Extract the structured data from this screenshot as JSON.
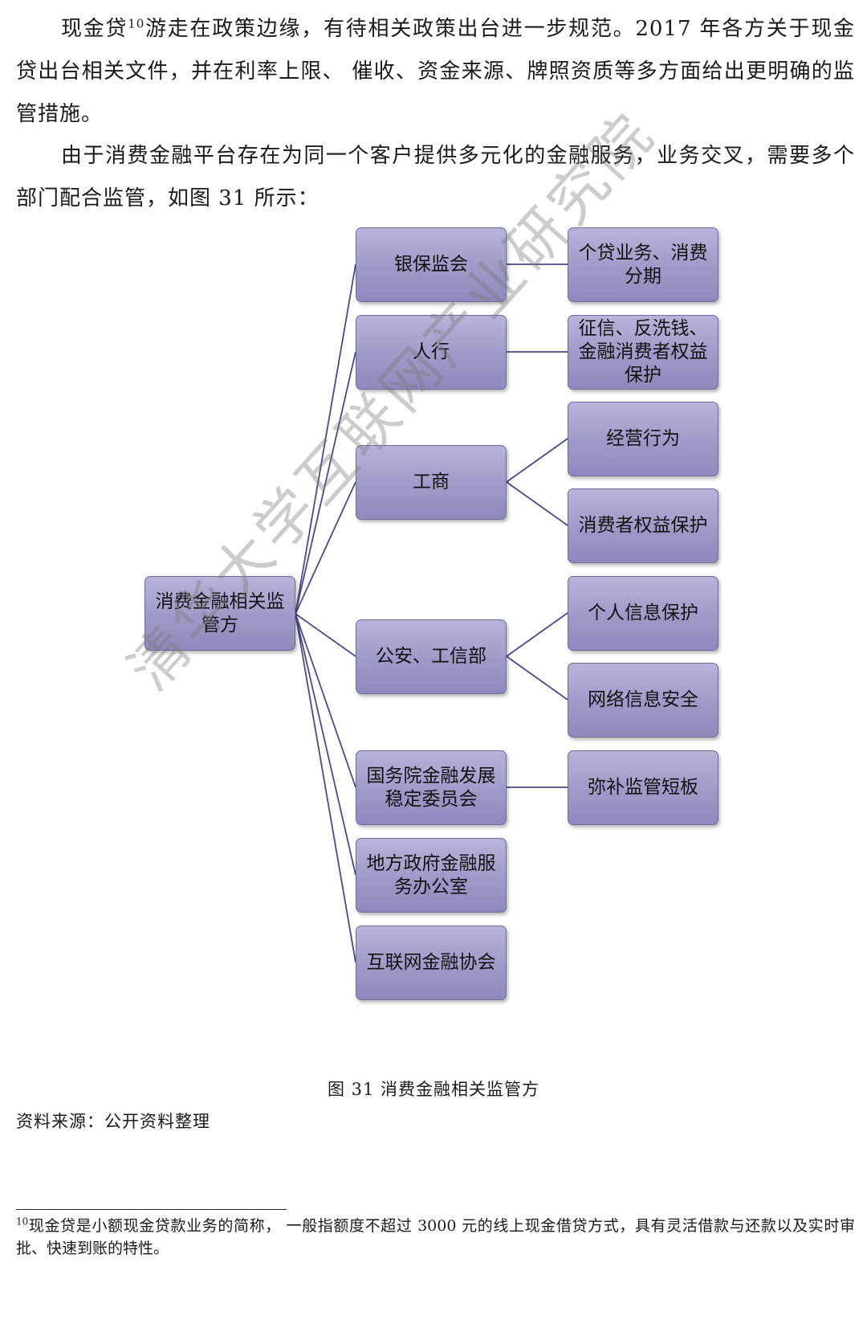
{
  "paragraphs": {
    "p1_before": "现金贷",
    "p1_footnote_mark": "10",
    "p1_after": "游走在政策边缘，有待相关政策出台进一步规范。2017 年各方关于现金贷出台相关文件，并在利率上限、 催收、资金来源、牌照资质等多方面给出更明确的监管措施。",
    "p2": "由于消费金融平台存在为同一个客户提供多元化的金融服务，业务交叉，需要多个部门配合监管，如图 31 所示："
  },
  "diagram": {
    "root": [
      "消费金融相关监",
      "管方"
    ],
    "regulators": [
      [
        "银保监会"
      ],
      [
        "人行"
      ],
      [
        "工商"
      ],
      [
        "公安、工信部"
      ],
      [
        "国务院金融发展",
        "稳定委员会"
      ],
      [
        "地方政府金融服",
        "务办公室"
      ],
      [
        "互联网金融协会"
      ]
    ],
    "duties": [
      [
        "个贷业务、消费",
        "分期"
      ],
      [
        "征信、反洗钱、",
        "金融消费者权益",
        "保护"
      ],
      [
        "经营行为"
      ],
      [
        "消费者权益保护"
      ],
      [
        "个人信息保护"
      ],
      [
        "网络信息安全"
      ],
      [
        "弥补监管短板"
      ]
    ],
    "colors": {
      "box_fill": "#a8a5d0",
      "box_border": "#6f6b9e",
      "connector": "#4a4a86"
    }
  },
  "watermark": "清华大学互联网产业研究院",
  "caption": "图 31  消费金融相关监管方",
  "source": "资料来源：公开资料整理",
  "footnote": {
    "mark": "10",
    "text": "现金贷是小额现金贷款业务的简称， 一般指额度不超过 3000 元的线上现金借贷方式，具有灵活借款与还款以及实时审批、快速到账的特性。"
  }
}
